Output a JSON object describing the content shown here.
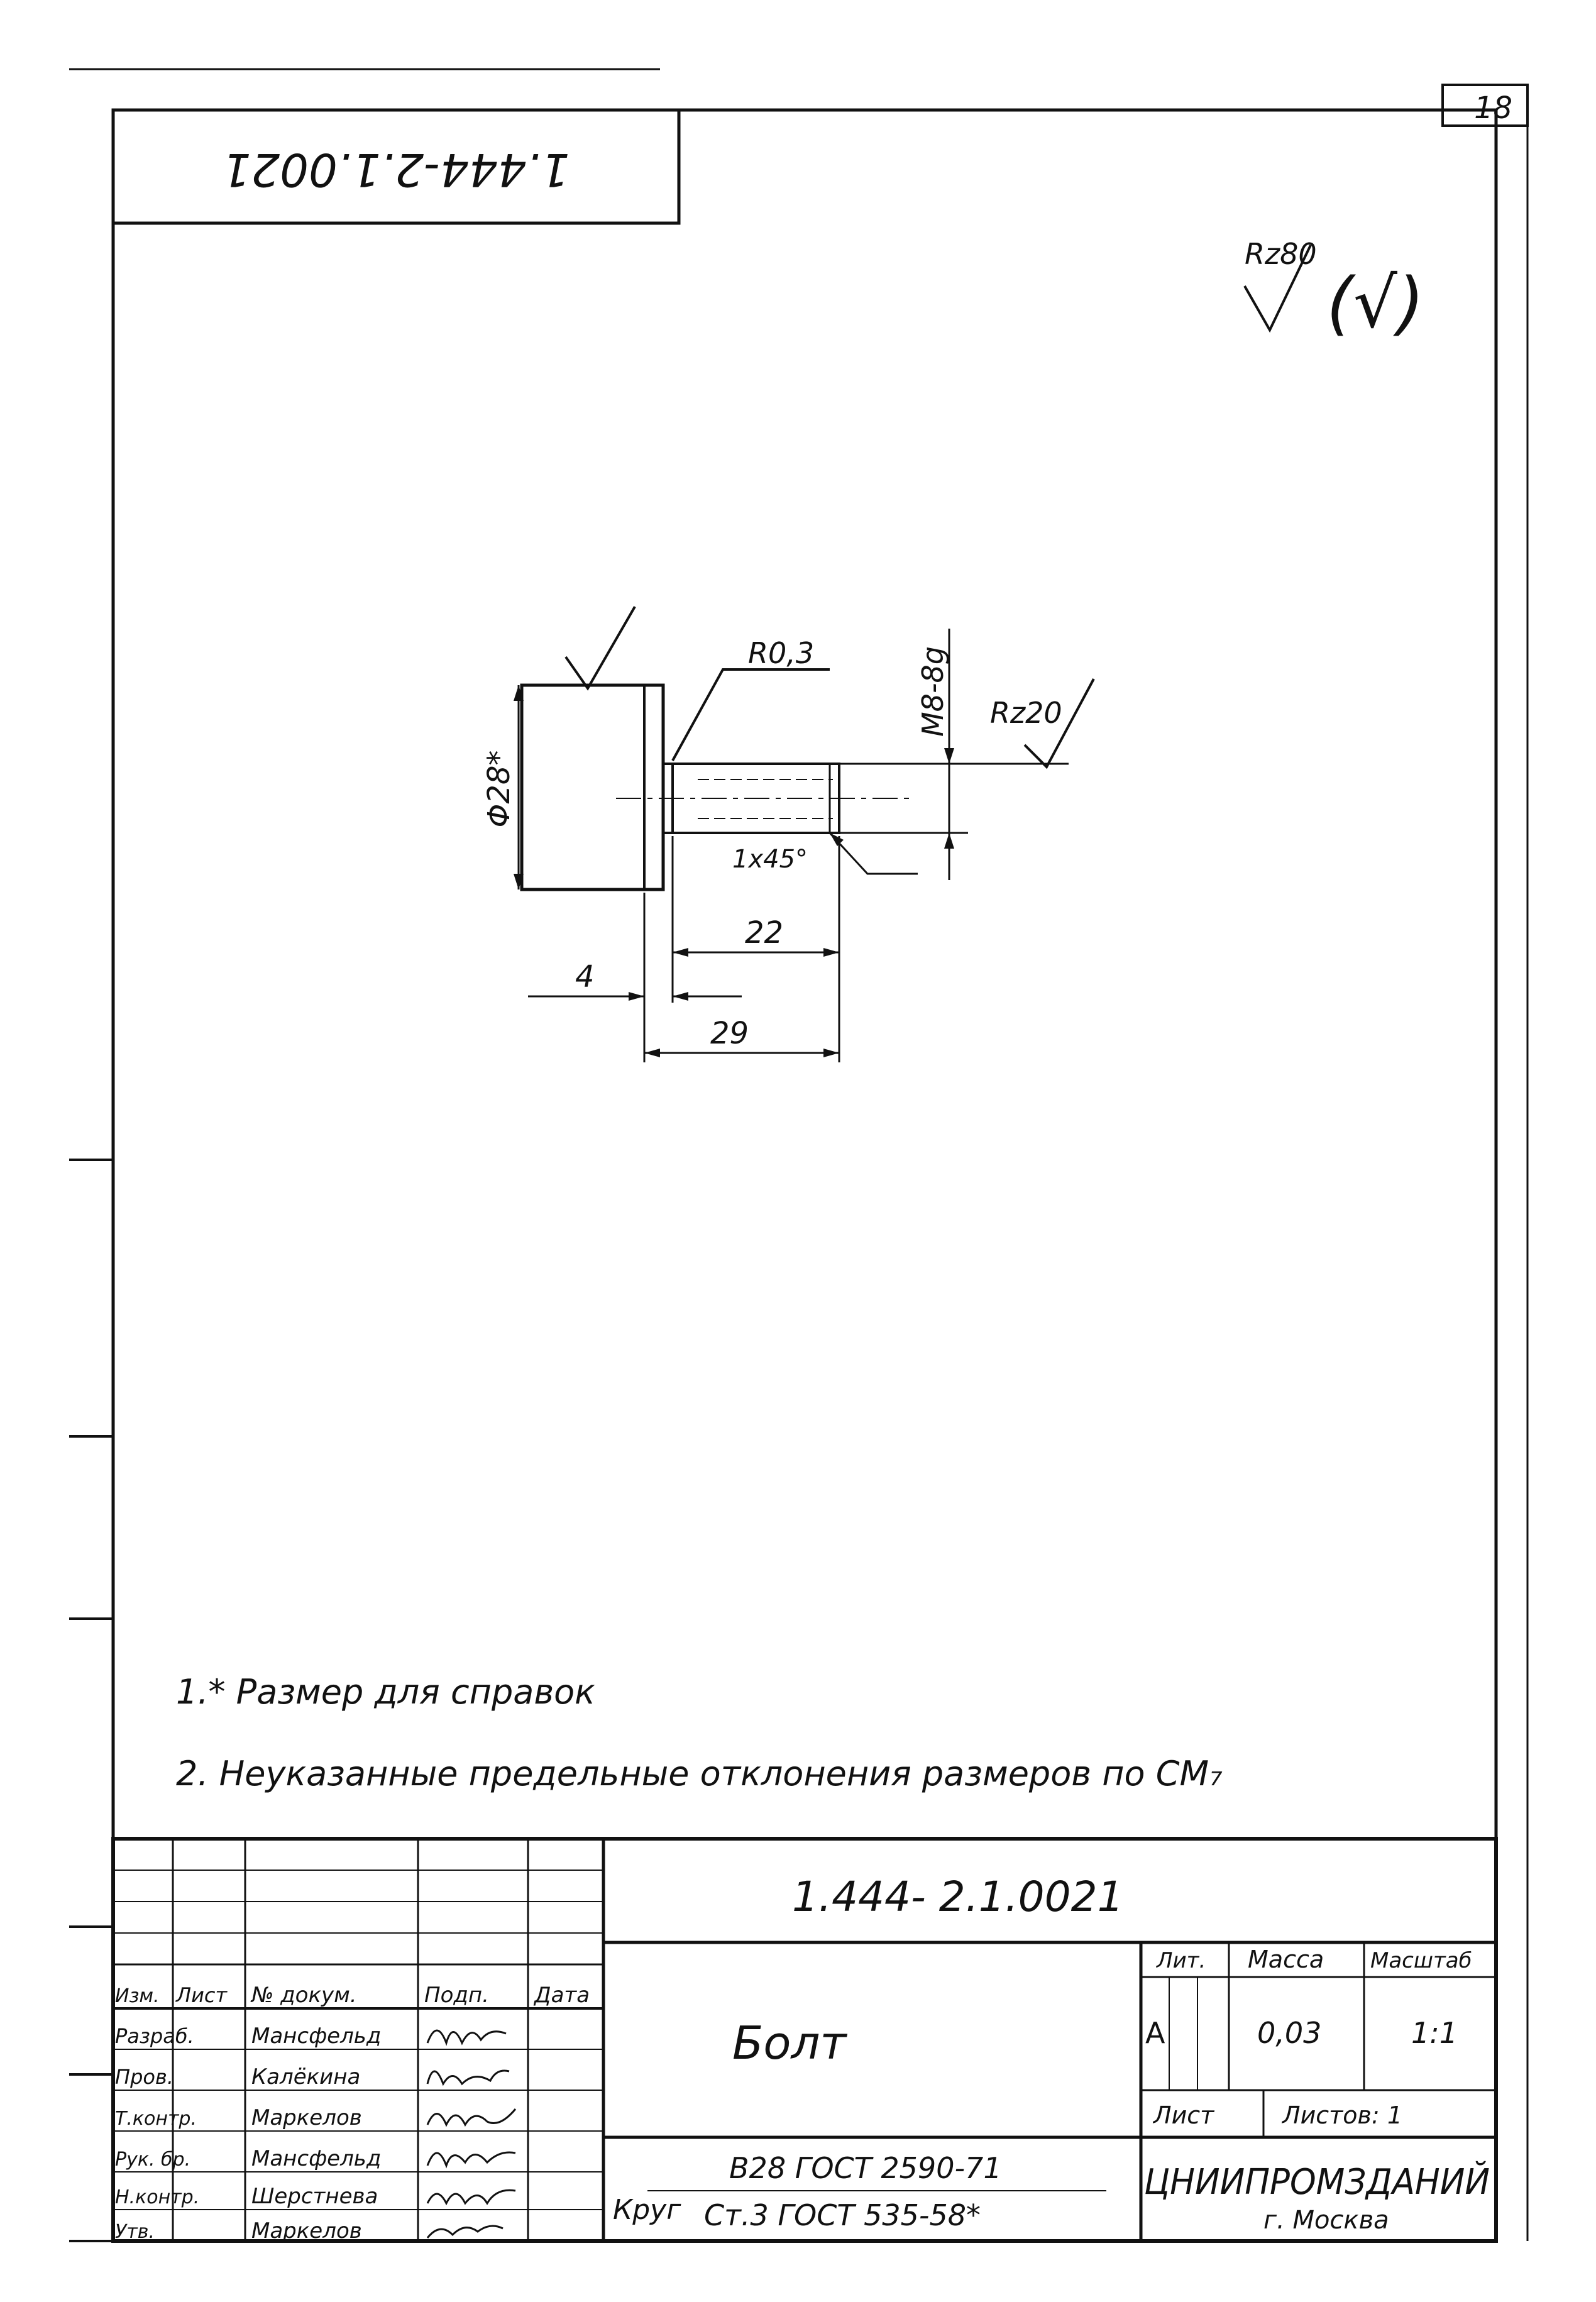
{
  "sheet": {
    "sheet_number": "18",
    "doc_code_rotated": "1.444-2.1.0021",
    "general_roughness": "Rz80",
    "general_roughness_sign": "(√)"
  },
  "drawing": {
    "thread_label": "M8-8g",
    "radius_label": "R0,3",
    "diameter_label": "Φ28*",
    "roughness_label": "Rz20",
    "chamfer_label": "1x45°",
    "dim_thread_length": "22",
    "dim_head_thickness": "4",
    "dim_total_length": "29"
  },
  "notes": [
    "1.* Размер для справок",
    "2. Неуказанные предельные отклонения размеров по СМ₇"
  ],
  "title_block": {
    "designation": "1.444- 2.1.0021",
    "part_name": "Болт",
    "material_prefix": "Круг",
    "material_line1": "B28 ГОСТ 2590-71",
    "material_line2": "Ст.3 ГОСТ 535-58*",
    "organization": "ЦНИИПРОМЗДАНИЙ",
    "city": "г. Москва",
    "headers": {
      "lit": "Лит.",
      "mass": "Масса",
      "scale": "Масштаб",
      "sheet": "Лист",
      "sheets": "Листов: 1"
    },
    "values": {
      "lit": "А",
      "mass": "0,03",
      "scale": "1:1"
    },
    "rev_header": [
      "Изм.",
      "Лист",
      "№ докум.",
      "Подп.",
      "Дата"
    ],
    "roles": [
      {
        "role": "Разраб.",
        "name": "Мансфельд"
      },
      {
        "role": "Пров.",
        "name": "Калёкина"
      },
      {
        "role": "Т.контр.",
        "name": "Маркелов"
      },
      {
        "role": "Рук. бр.",
        "name": "Мансфельд"
      },
      {
        "role": "Н.контр.",
        "name": "Шерстнева"
      },
      {
        "role": "Утв.",
        "name": "Маркелов"
      }
    ]
  }
}
